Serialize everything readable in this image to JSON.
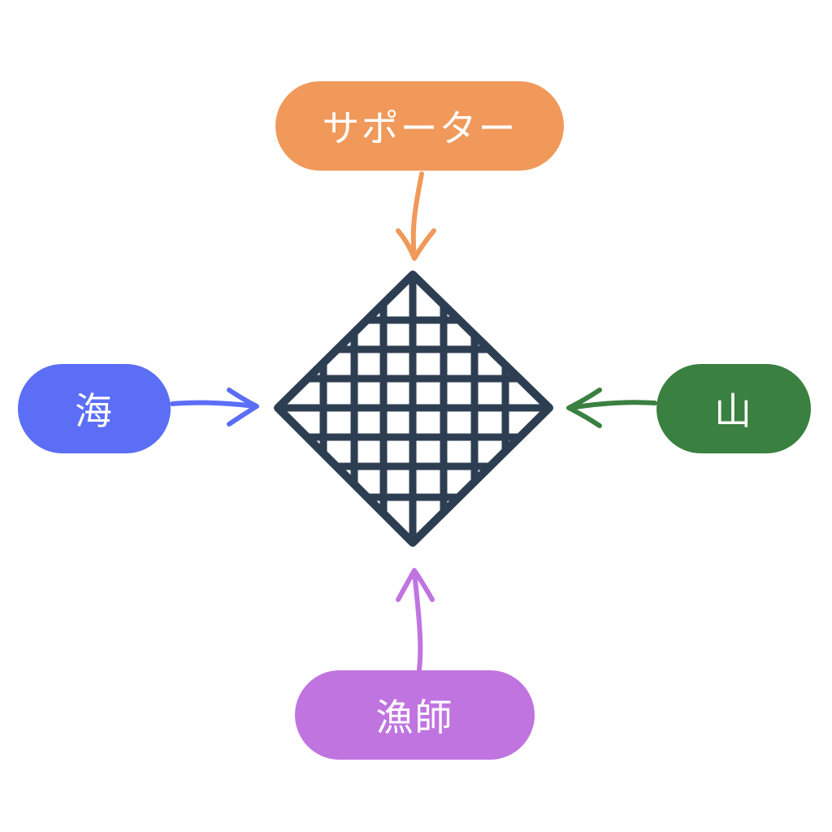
{
  "diagram": {
    "center": {
      "icon": "net-icon",
      "color": "#2e3e52"
    },
    "nodes": {
      "top": {
        "label": "サポーター",
        "color": "#f0995a"
      },
      "left": {
        "label": "海",
        "color": "#5b6ef5"
      },
      "right": {
        "label": "山",
        "color": "#3a8040"
      },
      "bottom": {
        "label": "漁師",
        "color": "#c074e0"
      }
    }
  }
}
